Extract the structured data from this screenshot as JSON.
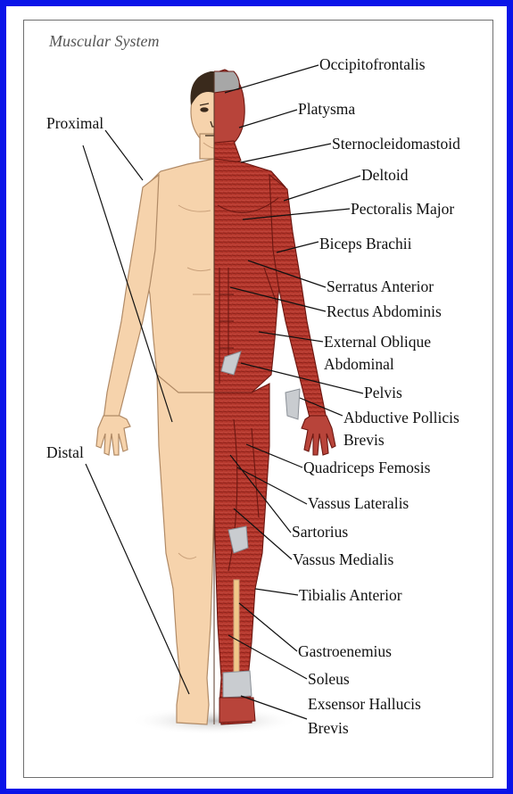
{
  "title": "Muscular System",
  "colors": {
    "border": "#0a14e8",
    "skin": "#f6d3ac",
    "muscle": "#b5372c",
    "muscle_dark": "#7d1c15",
    "hair": "#3a2a1c",
    "tendon": "#c9ccd0"
  },
  "regions": {
    "proximal": "Proximal",
    "distal": "Distal"
  },
  "muscles": [
    {
      "lines": [
        "Occipitofrontalis"
      ]
    },
    {
      "lines": [
        "Platysma"
      ]
    },
    {
      "lines": [
        "Sternocleidomastoid"
      ]
    },
    {
      "lines": [
        "Deltoid"
      ]
    },
    {
      "lines": [
        "Pectoralis Major"
      ]
    },
    {
      "lines": [
        "Biceps Brachii"
      ]
    },
    {
      "lines": [
        "Serratus Anterior"
      ]
    },
    {
      "lines": [
        "Rectus Abdominis"
      ]
    },
    {
      "lines": [
        "External Oblique",
        "Abdominal"
      ]
    },
    {
      "lines": [
        "Pelvis"
      ]
    },
    {
      "lines": [
        "Abductive Pollicis",
        "Brevis"
      ]
    },
    {
      "lines": [
        "Quadriceps Femosis"
      ]
    },
    {
      "lines": [
        "Vassus Lateralis"
      ]
    },
    {
      "lines": [
        "Sartorius"
      ]
    },
    {
      "lines": [
        "Vassus Medialis"
      ]
    },
    {
      "lines": [
        "Tibialis Anterior"
      ]
    },
    {
      "lines": [
        "Gastroenemius"
      ]
    },
    {
      "lines": [
        "Soleus"
      ]
    },
    {
      "lines": [
        "Exsensor Hallucis",
        "Brevis"
      ]
    }
  ]
}
